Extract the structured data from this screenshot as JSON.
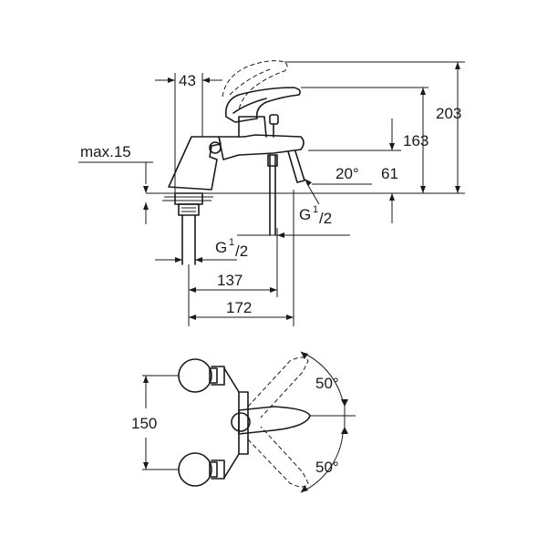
{
  "side_view": {
    "dim_43": "43",
    "dim_203": "203",
    "dim_163": "163",
    "dim_max15": "max.15",
    "dim_20deg": "20°",
    "dim_61": "61",
    "thread_g": "G",
    "thread_sup": "1",
    "thread_sub": "/2",
    "dim_137": "137",
    "dim_172": "172"
  },
  "top_view": {
    "dim_150": "150",
    "angle_upper": "50°",
    "angle_lower": "50°"
  }
}
